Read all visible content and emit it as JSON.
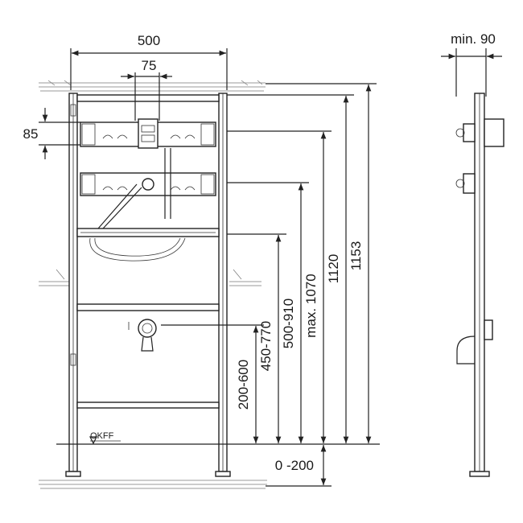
{
  "dimensions": {
    "width_500": "500",
    "offset_75": "75",
    "height_85": "85",
    "min_depth": "min. 90",
    "range_200_600": "200-600",
    "range_450_770": "450-770",
    "range_500_910": "500-910",
    "max_1070": "max. 1070",
    "height_1120": "1120",
    "height_1153": "1153",
    "range_0_200": "0 -200"
  },
  "labels": {
    "floor_reference": "OKFF"
  }
}
